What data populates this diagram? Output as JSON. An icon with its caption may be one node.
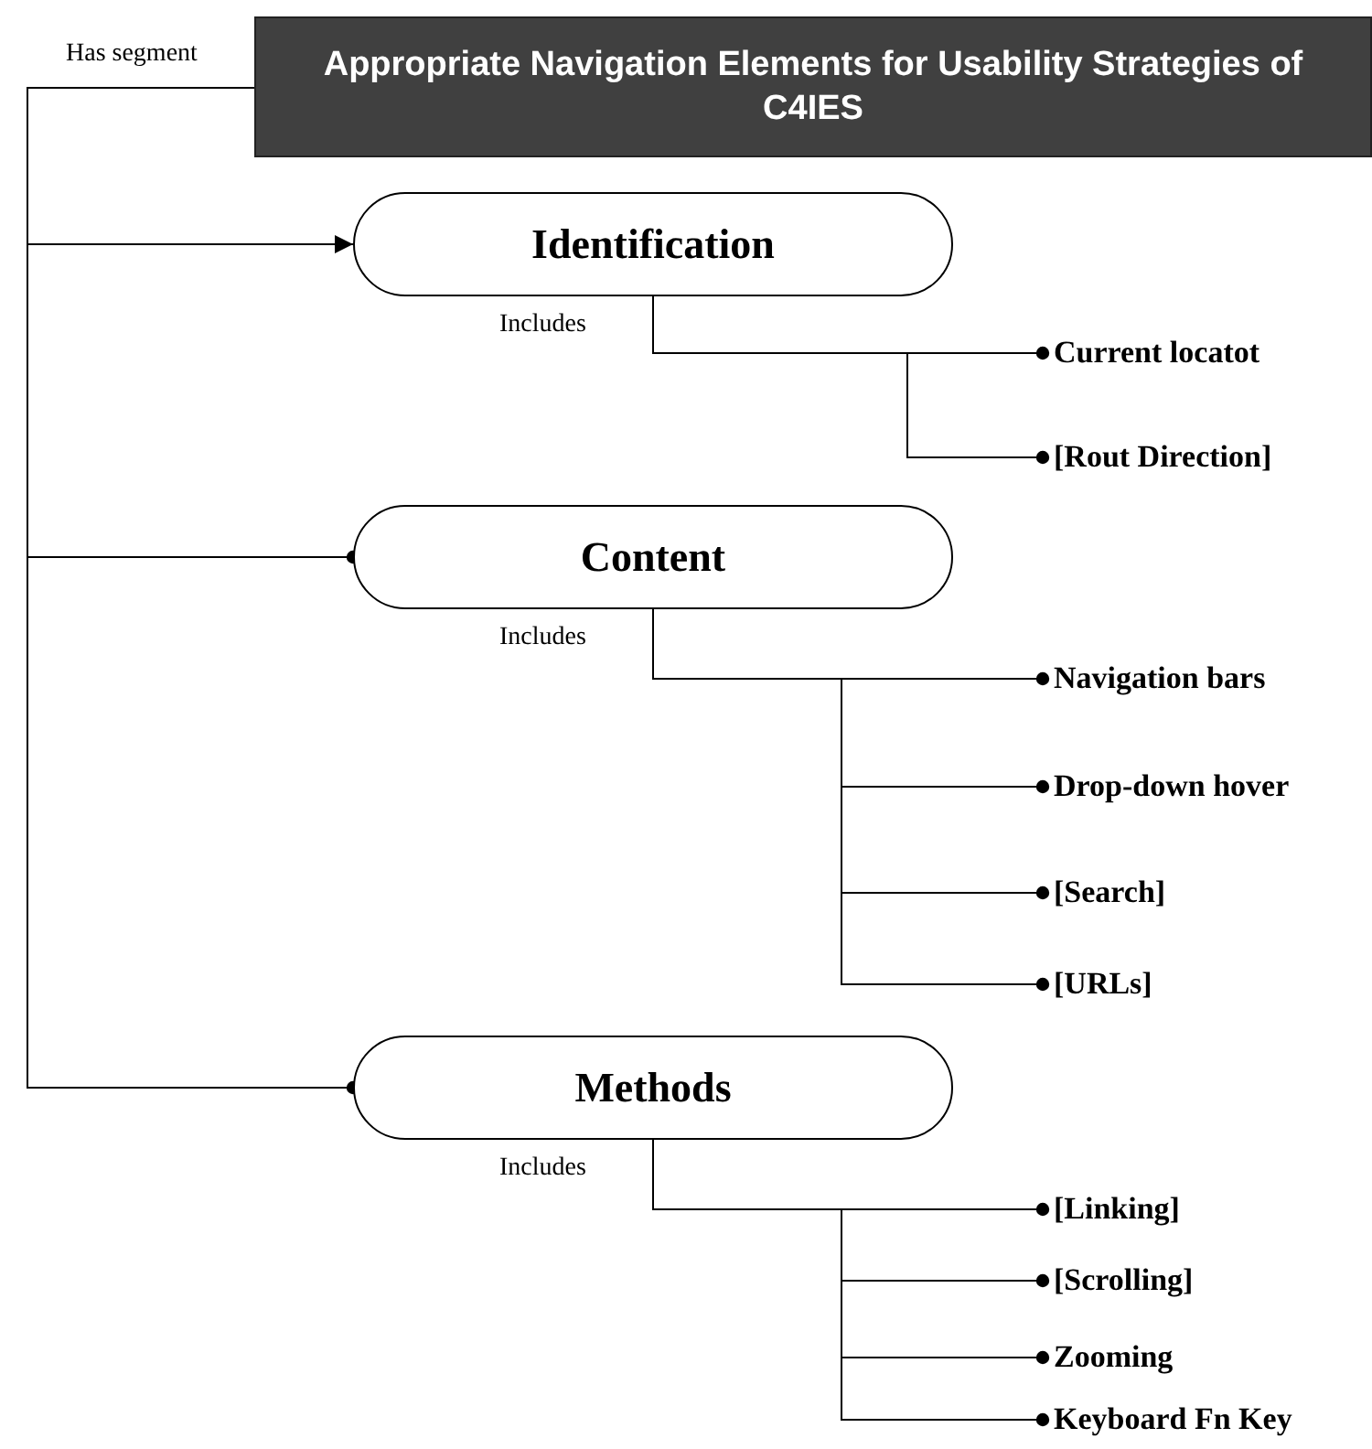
{
  "diagram": {
    "nodes": [
      {
        "text": [
          "Appropriate Navigation Elements for Usability Strategies of C4IES"
        ]
      },
      {
        "text": [
          "Identification"
        ]
      },
      {
        "text": [
          "Current locatot"
        ]
      },
      {
        "text": [
          "[Rout Direction]"
        ]
      },
      {
        "text": [
          "Content"
        ]
      },
      {
        "text": [
          "Navigation bars"
        ]
      },
      {
        "text": [
          "Drop-down hover"
        ]
      },
      {
        "text": [
          "[Search]"
        ]
      },
      {
        "text": [
          "[URLs]"
        ]
      },
      {
        "text": [
          "Methods"
        ]
      },
      {
        "text": [
          "[Linking]"
        ]
      },
      {
        "text": [
          "[Scrolling]"
        ]
      },
      {
        "text": [
          "Zooming"
        ]
      },
      {
        "text": [
          "Keyboard Fn Key"
        ]
      }
    ],
    "edges": [
      {
        "from": 0,
        "to": 1,
        "arrow": "to",
        "label": "Has segment"
      },
      {
        "from": 0,
        "to": 4,
        "arrow": "other"
      },
      {
        "from": 0,
        "to": 9,
        "arrow": "other"
      },
      {
        "from": 1,
        "to": 2,
        "arrow": "other",
        "label": "Includes"
      },
      {
        "from": 1,
        "to": 3,
        "arrow": "other"
      },
      {
        "from": 4,
        "to": 5,
        "arrow": "other",
        "label": "Includes"
      },
      {
        "from": 4,
        "to": 6,
        "arrow": "other"
      },
      {
        "from": 4,
        "to": 7,
        "arrow": "other"
      },
      {
        "from": 4,
        "to": 8,
        "arrow": "other"
      },
      {
        "from": 9,
        "to": 10,
        "arrow": "other",
        "label": "Includes"
      },
      {
        "from": 9,
        "to": 11,
        "arrow": "other"
      },
      {
        "from": 9,
        "to": 12,
        "arrow": "other"
      },
      {
        "from": 9,
        "to": 13,
        "arrow": "other"
      }
    ]
  }
}
